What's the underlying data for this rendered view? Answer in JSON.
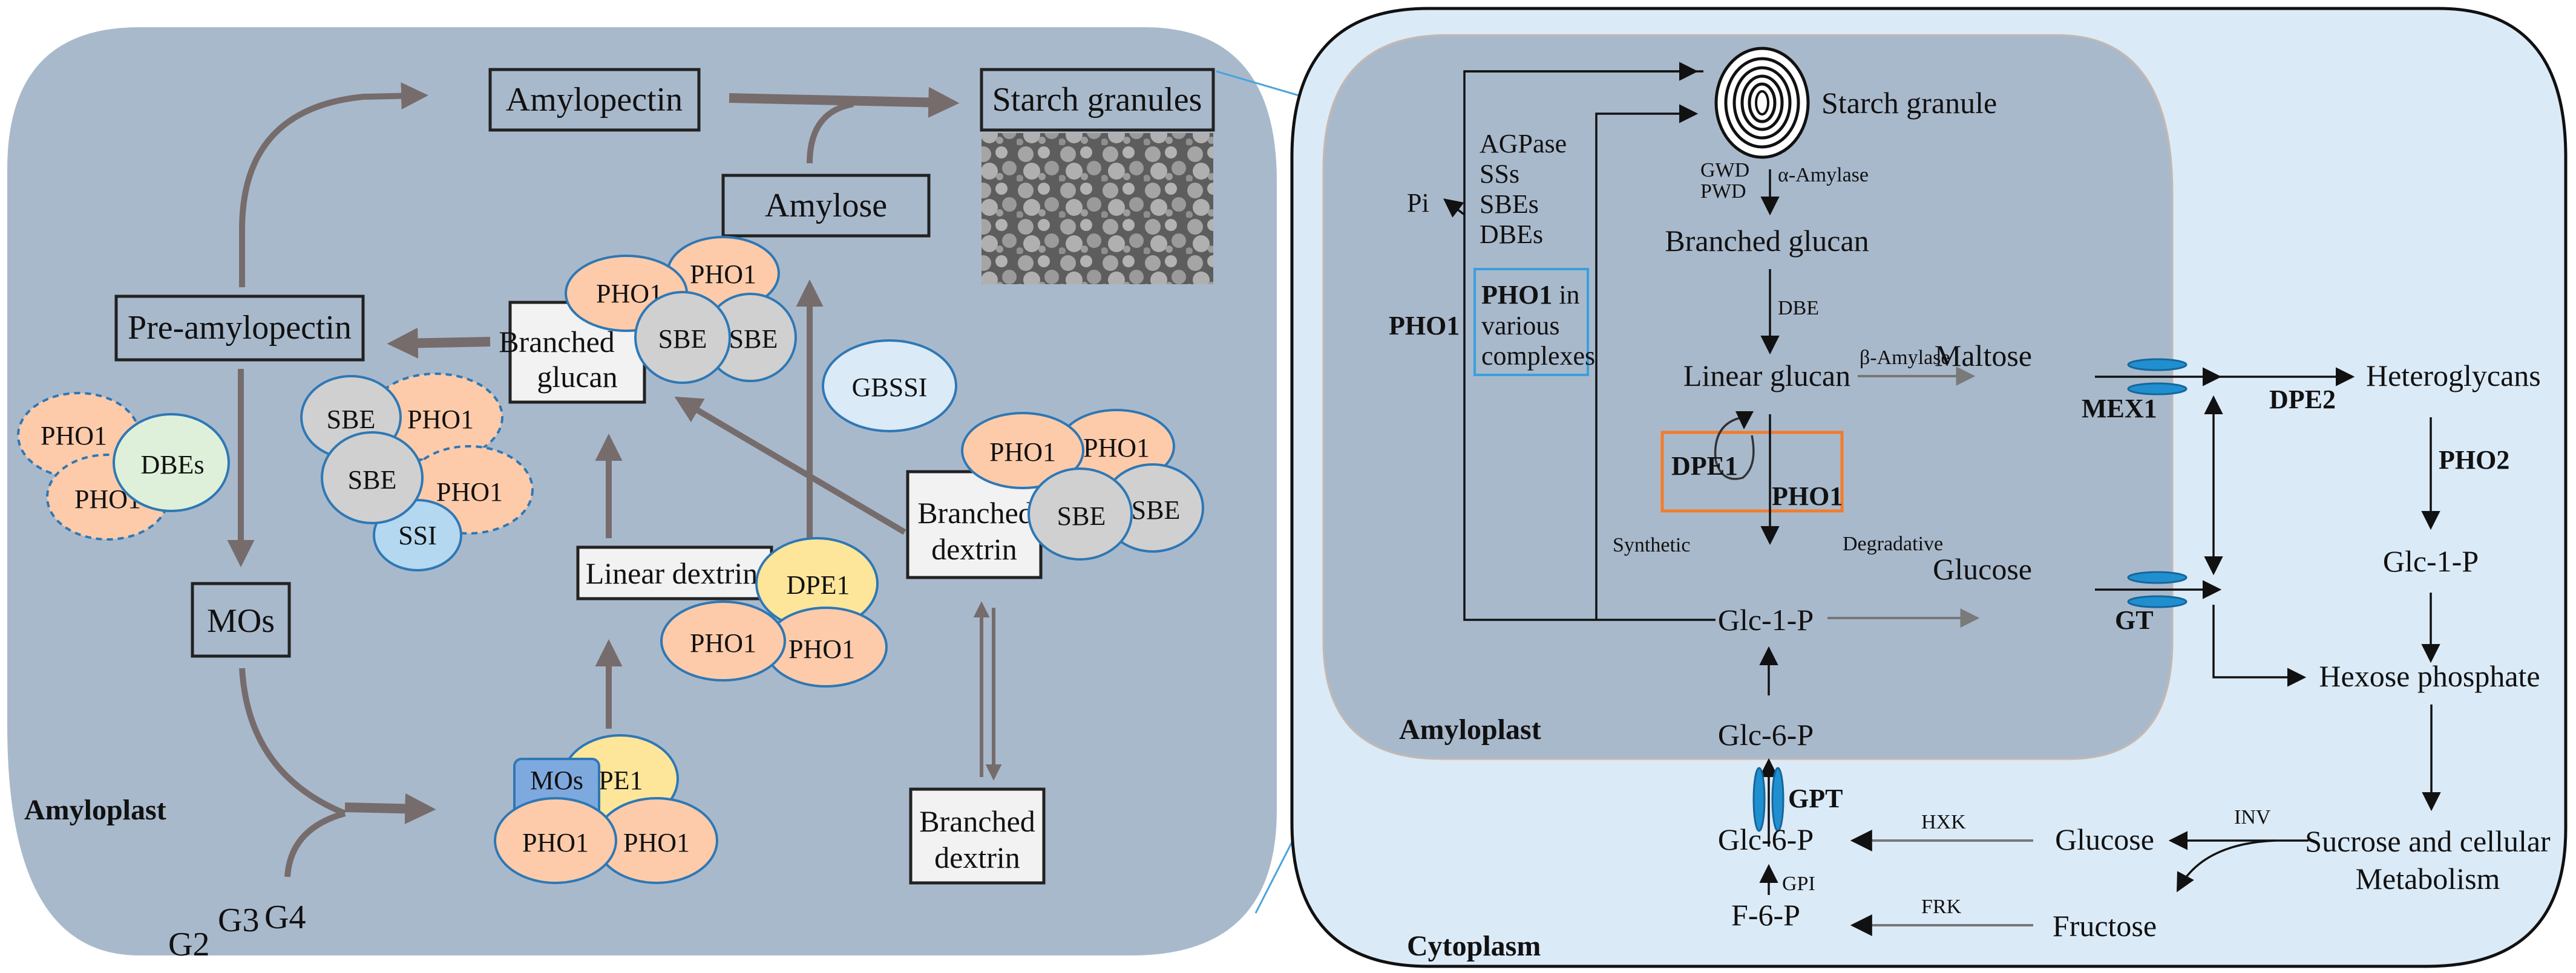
{
  "left_panel": {
    "compartment_label": "Amyloplast",
    "boxes": {
      "amylopectin": "Amylopectin",
      "starch_granules": "Starch granules",
      "amylose": "Amylose",
      "pre_amylopectin": "Pre-amylopectin",
      "branched_glucan_line1": "Branched",
      "branched_glucan_line2": "glucan",
      "mos": "MOs",
      "linear_dextrin": "Linear dextrin",
      "branched_dextrin_top_line1": "Branched",
      "branched_dextrin_top_line2": "dextrin",
      "branched_dextrin_bottom_line1": "Branched",
      "branched_dextrin_bottom_line2": "dextrin"
    },
    "enzymes": {
      "pho1": "PHO1",
      "sbe": "SBE",
      "dbes": "DBEs",
      "ssi": "SSI",
      "gbssi": "GBSSI",
      "dpe1": "DPE1",
      "mos": "MOs"
    },
    "substrates": {
      "g2": "G2",
      "g3": "G3",
      "g4": "G4"
    },
    "image_caption": "starch granule micrograph"
  },
  "right_panel": {
    "cytoplasm_label": "Cytoplasm",
    "amyloplast_label": "Amyloplast",
    "nodes": {
      "starch_granule": "Starch granule",
      "branched_glucan": "Branched glucan",
      "linear_glucan": "Linear glucan",
      "glc1p": "Glc-1-P",
      "glc6p_plastid": "Glc-6-P",
      "glc6p_cyto": "Glc-6-P",
      "f6p": "F-6-P",
      "maltose": "Maltose",
      "glucose_plastid": "Glucose",
      "heteroglycans": "Heteroglycans",
      "glc1p_cyto": "Glc-1-P",
      "hexose_phosphate": "Hexose phosphate",
      "sucrose_line1": "Sucrose and cellular",
      "sucrose_line2": "Metabolism",
      "glucose_cyto": "Glucose",
      "fructose": "Fructose",
      "pi": "Pi"
    },
    "enzymes": {
      "synthesis_list": [
        "AGPase",
        "SSs",
        "SBEs",
        "DBEs"
      ],
      "gwd": "GWD",
      "pwd": "PWD",
      "alpha_amylase": "α-Amylase",
      "dbe": "DBE",
      "beta_amylase": "β-Amylase",
      "dpe1": "DPE1",
      "pho1_box": "PHO1",
      "pho1_side": "PHO1",
      "pho1_complex_bold": "PHO1",
      "pho1_complex_rest1": " in",
      "pho1_complex_rest2": "various",
      "pho1_complex_rest3": "complexes",
      "synthetic": "Synthetic",
      "degradative": "Degradative",
      "mex1": "MEX1",
      "gt": "GT",
      "gpt": "GPT",
      "dpe2": "DPE2",
      "pho2": "PHO2",
      "hxk": "HXK",
      "frk": "FRK",
      "gpi": "GPI",
      "inv": "INV"
    }
  },
  "colors": {
    "amyloplast_fill": "#a9b9cc",
    "cytoplasm_fill": "#dbeaf7",
    "pho1_fill": "#fdcbaa",
    "sbe_fill": "#d0d0d0",
    "dbes_fill": "#dff0da",
    "ssi_fill": "#b4d8f0",
    "dpe1_fill": "#fde69a",
    "mos_fill": "#7ea9de",
    "arrow_gray": "#766c6c",
    "highlight_orange": "#f47b2a",
    "highlight_blue": "#3aa0dc",
    "transporter_blue": "#1f8fd0"
  }
}
